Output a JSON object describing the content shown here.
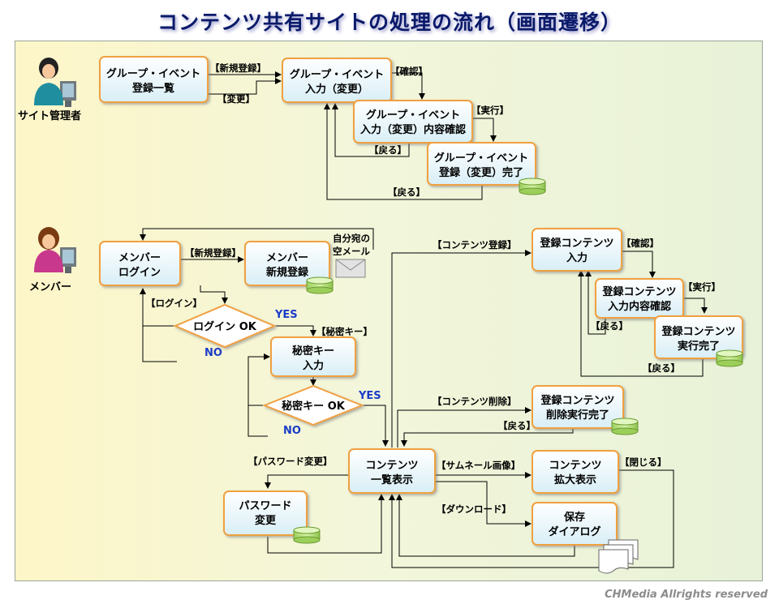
{
  "title": "コンテンツ共有サイトの処理の流れ（画面遷移）",
  "copyright": "CHMedia Allrights reserved",
  "actors": {
    "admin": "サイト管理者",
    "member": "メンバー"
  },
  "nodes": {
    "group_list": [
      "グループ・イベント",
      "登録一覧"
    ],
    "group_input": [
      "グループ・イベント",
      "入力（変更）"
    ],
    "group_confirm": [
      "グループ・イベント",
      "入力（変更）内容確認"
    ],
    "group_done": [
      "グループ・イベント",
      "登録（変更）完了"
    ],
    "member_login": [
      "メンバー",
      "ログイン"
    ],
    "member_register": [
      "メンバー",
      "新規登録"
    ],
    "mail_label": [
      "自分宛の",
      "空メール"
    ],
    "login_ok": "ログイン OK",
    "secret_input": [
      "秘密キー",
      "入力"
    ],
    "secret_ok": "秘密キー OK",
    "content_input": [
      "登録コンテンツ",
      "入力"
    ],
    "content_confirm": [
      "登録コンテンツ",
      "入力内容確認"
    ],
    "content_done": [
      "登録コンテンツ",
      "実行完了"
    ],
    "delete_done": [
      "登録コンテンツ",
      "削除実行完了"
    ],
    "content_list": [
      "コンテンツ",
      "一覧表示"
    ],
    "content_zoom": [
      "コンテンツ",
      "拡大表示"
    ],
    "password_change": [
      "パスワード",
      "変更"
    ],
    "save_dialog": [
      "保存",
      "ダイアログ"
    ]
  },
  "labels": {
    "new_register": "【新規登録】",
    "change": "【変更】",
    "confirm": "【確認】",
    "execute": "【実行】",
    "back": "【戻る】",
    "login": "【ログイン】",
    "secret_key": "【秘密キー】",
    "yes": "YES",
    "no": "NO",
    "content_register": "【コンテンツ登録】",
    "content_delete": "【コンテンツ削除】",
    "password_change": "【パスワード変更】",
    "thumbnail": "【サムネール画像】",
    "download": "【ダウンロード】",
    "close": "【閉じる】"
  },
  "colors": {
    "box_border": "#f0a040",
    "yes_no": "#1a3cc8",
    "title": "#0a1a6a"
  }
}
